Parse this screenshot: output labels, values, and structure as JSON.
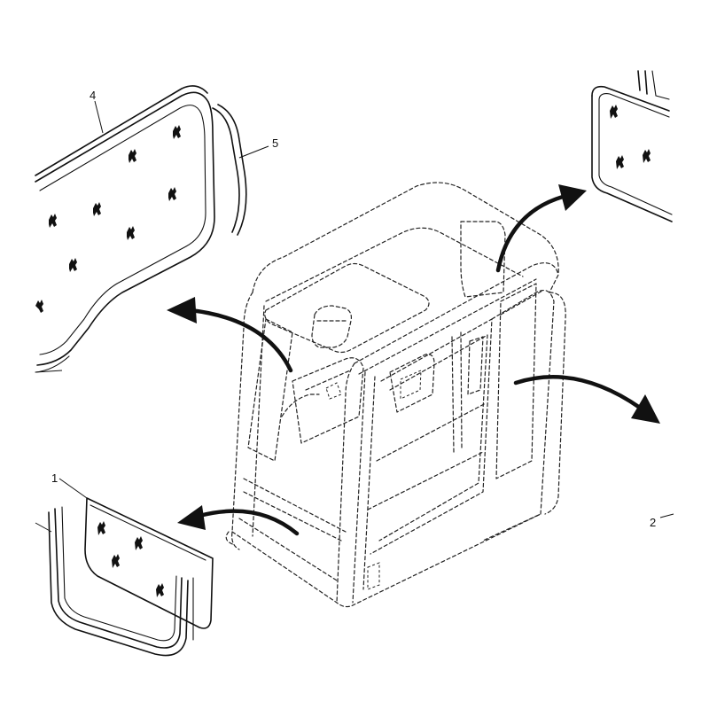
{
  "callouts": {
    "part_1": "1",
    "part_2": "2",
    "part_4": "4",
    "part_5": "5"
  },
  "colors": {
    "line": "#111111",
    "background": "#ffffff"
  }
}
